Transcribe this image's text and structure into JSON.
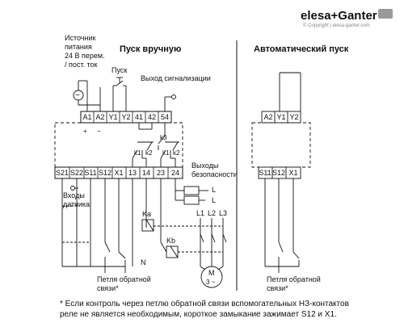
{
  "brand": {
    "name": "elesa+Ganter",
    "copyright": "© Copyright | elesa-ganter.com"
  },
  "headings": {
    "manual": "Пуск вручную",
    "auto": "Автоматический пуск"
  },
  "power_source": [
    "Источник",
    "питания",
    "24 В перем.",
    "/ пост. ток"
  ],
  "start_label": "Пуск",
  "signal_output": "Выход сигнализации",
  "safety_outputs": [
    "Выходы",
    "безопасности"
  ],
  "sensor_inputs": [
    "Входы",
    "датчика"
  ],
  "feedback_loop": [
    "Петля обратной",
    "связи*"
  ],
  "feedback_loop_auto": [
    "Петля обратной",
    "связи*"
  ],
  "terminals_top": [
    "A1",
    "A2",
    "Y1",
    "Y2",
    "41",
    "42",
    "54"
  ],
  "terminals_bottom": [
    "S21",
    "S22",
    "S11",
    "S12",
    "X1",
    "13",
    "14",
    "23",
    "24"
  ],
  "terminals_auto_top": [
    "A2",
    "Y1",
    "Y2"
  ],
  "terminals_auto_bottom": [
    "S11",
    "S12",
    "X1"
  ],
  "relay_labels": [
    "k1",
    "k2",
    "k1",
    "k2",
    "k3"
  ],
  "contactors": [
    "Ka",
    "Kb"
  ],
  "phases": [
    "L1",
    "L2",
    "L3"
  ],
  "load": "L",
  "neutral": "N",
  "motor": [
    "M",
    "3 ~"
  ],
  "ac_symbol": "~",
  "footnote": [
    "* Если контроль через петлю обратной связи вспомогательных НЗ-контактов",
    "реле не является необходимым, короткое замыкание зажимает S12 и X1."
  ]
}
